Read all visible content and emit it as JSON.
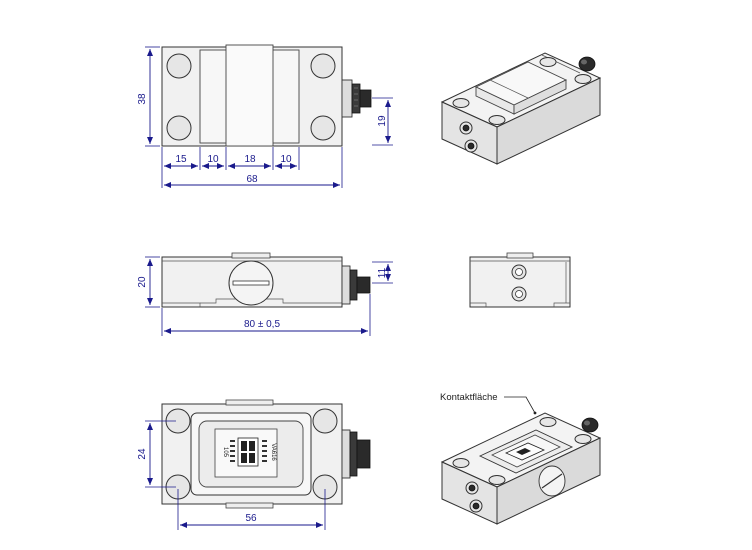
{
  "dimensions": {
    "front_height": "38",
    "front_connector_height": "19",
    "front_seg_1": "15",
    "front_seg_2": "10",
    "front_seg_3": "18",
    "front_seg_4": "10",
    "front_total_width": "68",
    "side_height": "20",
    "side_connector_height": "11",
    "side_length": "80 ± 0,5",
    "bottom_hole_spacing_v": "24",
    "bottom_hole_spacing_h": "56"
  },
  "labels": {
    "contact_surface": "Kontaktfläche"
  },
  "chip": {
    "line1": "VA616",
    "line2": "105"
  },
  "colors": {
    "dimension": "#1a1a8c",
    "outline": "#333333",
    "body": "#ededed"
  }
}
